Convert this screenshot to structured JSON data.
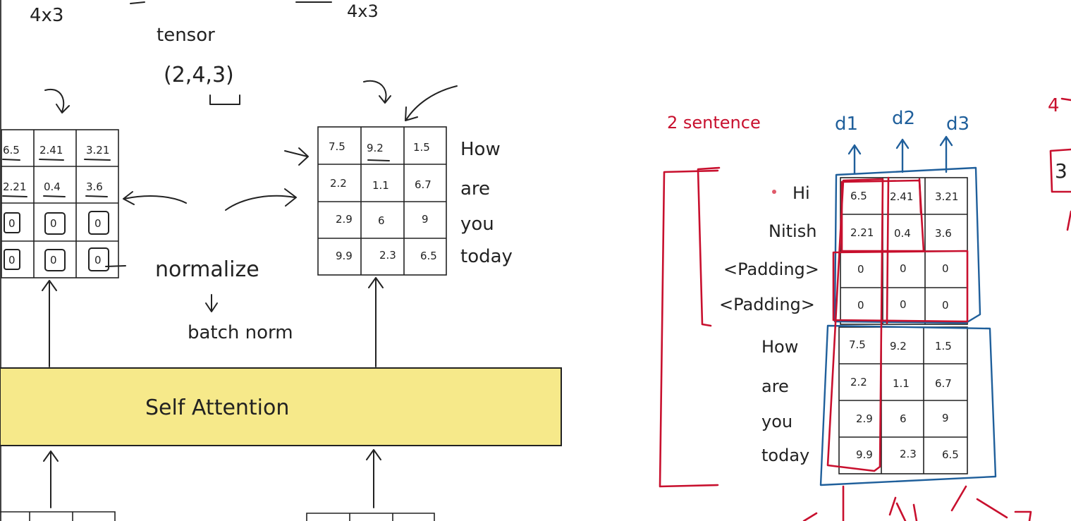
{
  "top_left_dims": "4x3",
  "top_mid_dims": "4x3",
  "tensor_label": "tensor",
  "tensor_shape": "(2,4,3)",
  "left_matrix": [
    [
      "6.5",
      "2.41",
      "3.21"
    ],
    [
      "2.21",
      "0.4",
      "3.6"
    ],
    [
      "0",
      "0",
      "0"
    ],
    [
      "0",
      "0",
      "0"
    ]
  ],
  "mid_matrix": [
    [
      "7.5",
      "9.2",
      "1.5"
    ],
    [
      "2.2",
      "1.1",
      "6.7"
    ],
    [
      "2.9",
      "6",
      "9"
    ],
    [
      "9.9",
      "2.3",
      "6.5"
    ]
  ],
  "mid_words": [
    "How",
    "are",
    "you",
    "today"
  ],
  "normalize_label": "normalize",
  "batch_norm_label": "batch norm",
  "self_attention_label": "Self Attention",
  "sentences_label": "2 sentence",
  "dim_labels": [
    "d1",
    "d2",
    "d3"
  ],
  "right_words_top": [
    "Hi",
    "Nitish",
    "<Padding>",
    "<Padding>"
  ],
  "right_words_bottom": [
    "How",
    "are",
    "you",
    "today"
  ],
  "right_matrix_top": [
    [
      "6.5",
      "2.41",
      "3.21"
    ],
    [
      "2.21",
      "0.4",
      "3.6"
    ],
    [
      "0",
      "0",
      "0"
    ],
    [
      "0",
      "0",
      "0"
    ]
  ],
  "right_matrix_bottom": [
    [
      "7.5",
      "9.2",
      "1.5"
    ],
    [
      "2.2",
      "1.1",
      "6.7"
    ],
    [
      "2.9",
      "6",
      "9"
    ],
    [
      "9.9",
      "2.3",
      "6.5"
    ]
  ],
  "edge_fragment_top": "4",
  "edge_fragment_mid": "3",
  "colors": {
    "red": "#c8102e",
    "blue": "#1f5f9b",
    "attention_fill": "#f6e98a"
  }
}
